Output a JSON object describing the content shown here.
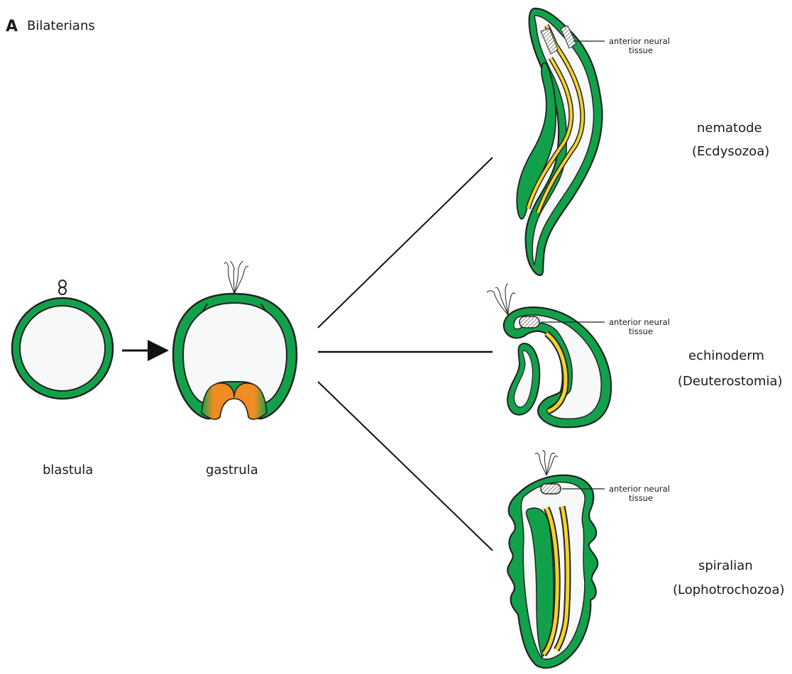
{
  "panel": {
    "letter": "A",
    "title": "Bilaterians"
  },
  "stages": {
    "blastula": "blastula",
    "gastrula": "gastrula"
  },
  "annotations": {
    "nematode_neural": [
      "anterior neural",
      "tissue"
    ],
    "echinoderm_neural": [
      "anterior neural",
      "tissue"
    ],
    "spiralian_neural": [
      "anterior neural",
      "tissue"
    ]
  },
  "organisms": {
    "nematode": {
      "name": "nematode",
      "clade": "(Ecdysozoa)"
    },
    "echinoderm": {
      "name": "echinoderm",
      "clade": "(Deuterostomia)"
    },
    "spiralian": {
      "name": "spiralian",
      "clade": "(Lophotrochozoa)"
    }
  },
  "colors": {
    "ectoderm": "#12a14b",
    "endoderm": "#f08c21",
    "gut": "#f4d22e",
    "outline": "#222222",
    "interior": "#f7f9f9"
  }
}
